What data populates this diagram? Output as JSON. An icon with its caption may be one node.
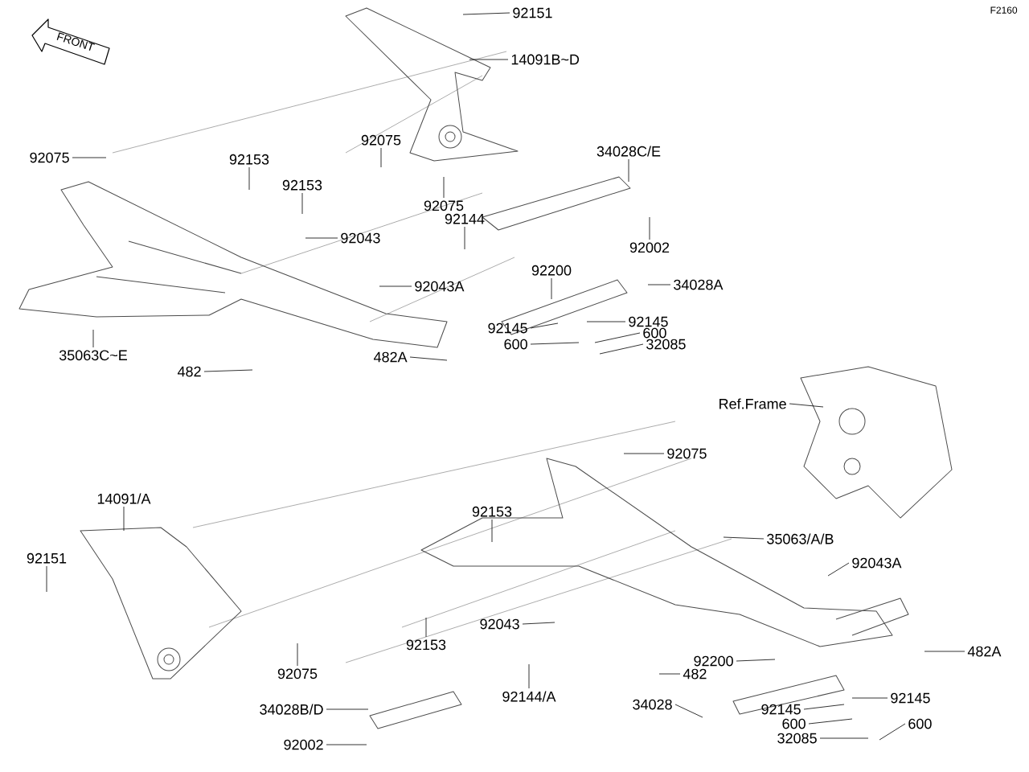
{
  "diagram": {
    "nodes": [
      {
        "text": [
          "92151"
        ]
      },
      {
        "text": [
          "14091B~D"
        ]
      },
      {
        "text": [
          "92075"
        ]
      },
      {
        "text": [
          "92153"
        ]
      },
      {
        "text": [
          "92075"
        ]
      },
      {
        "text": [
          "92153"
        ]
      },
      {
        "text": [
          "92075"
        ]
      },
      {
        "text": [
          "92144"
        ]
      },
      {
        "text": [
          "92043"
        ]
      },
      {
        "text": [
          "92043A"
        ]
      },
      {
        "text": [
          "35063C~E"
        ]
      },
      {
        "text": [
          "482"
        ]
      },
      {
        "text": [
          "482A"
        ]
      },
      {
        "text": [
          "34028C/E"
        ]
      },
      {
        "text": [
          "92002"
        ]
      },
      {
        "text": [
          "92200"
        ]
      },
      {
        "text": [
          "34028A"
        ]
      },
      {
        "text": [
          "92145"
        ]
      },
      {
        "text": [
          "600"
        ]
      },
      {
        "text": [
          "92145"
        ]
      },
      {
        "text": [
          "600"
        ]
      },
      {
        "text": [
          "32085"
        ]
      },
      {
        "text": [
          "Ref.Frame"
        ]
      },
      {
        "text": [
          "92075"
        ]
      },
      {
        "text": [
          "14091/A"
        ]
      },
      {
        "text": [
          "92151"
        ]
      },
      {
        "text": [
          "92153"
        ]
      },
      {
        "text": [
          "35063/A/B"
        ]
      },
      {
        "text": [
          "92043A"
        ]
      },
      {
        "text": [
          "92043"
        ]
      },
      {
        "text": [
          "92075"
        ]
      },
      {
        "text": [
          "92153"
        ]
      },
      {
        "text": [
          "92200"
        ]
      },
      {
        "text": [
          "482"
        ]
      },
      {
        "text": [
          "482A"
        ]
      },
      {
        "text": [
          "34028"
        ]
      },
      {
        "text": [
          "34028B/D"
        ]
      },
      {
        "text": [
          "92144/A"
        ]
      },
      {
        "text": [
          "92145"
        ]
      },
      {
        "text": [
          "92145"
        ]
      },
      {
        "text": [
          "600"
        ]
      },
      {
        "text": [
          "600"
        ]
      },
      {
        "text": [
          "32085"
        ]
      },
      {
        "text": [
          "92002"
        ]
      }
    ],
    "edges": [
      {
        "from": 0,
        "to": null,
        "arrow": "none"
      },
      {
        "from": 1,
        "to": null,
        "arrow": "none"
      },
      {
        "from": 2,
        "to": null,
        "arrow": "none"
      },
      {
        "from": 3,
        "to": null,
        "arrow": "none"
      },
      {
        "from": 4,
        "to": null,
        "arrow": "none"
      },
      {
        "from": 5,
        "to": null,
        "arrow": "none"
      },
      {
        "from": 6,
        "to": null,
        "arrow": "none"
      },
      {
        "from": 7,
        "to": null,
        "arrow": "none"
      },
      {
        "from": 8,
        "to": null,
        "arrow": "none"
      },
      {
        "from": 9,
        "to": null,
        "arrow": "none"
      },
      {
        "from": 10,
        "to": null,
        "arrow": "none"
      },
      {
        "from": 11,
        "to": null,
        "arrow": "none"
      },
      {
        "from": 12,
        "to": null,
        "arrow": "none"
      },
      {
        "from": 13,
        "to": null,
        "arrow": "none"
      },
      {
        "from": 14,
        "to": null,
        "arrow": "none"
      },
      {
        "from": 15,
        "to": null,
        "arrow": "none"
      },
      {
        "from": 16,
        "to": null,
        "arrow": "none"
      },
      {
        "from": 17,
        "to": null,
        "arrow": "none"
      },
      {
        "from": 18,
        "to": null,
        "arrow": "none"
      },
      {
        "from": 19,
        "to": null,
        "arrow": "none"
      },
      {
        "from": 20,
        "to": null,
        "arrow": "none"
      },
      {
        "from": 21,
        "to": null,
        "arrow": "none"
      },
      {
        "from": 22,
        "to": null,
        "arrow": "none"
      },
      {
        "from": 23,
        "to": null,
        "arrow": "none"
      },
      {
        "from": 24,
        "to": null,
        "arrow": "none"
      },
      {
        "from": 25,
        "to": null,
        "arrow": "none"
      },
      {
        "from": 26,
        "to": null,
        "arrow": "none"
      },
      {
        "from": 27,
        "to": null,
        "arrow": "none"
      },
      {
        "from": 28,
        "to": null,
        "arrow": "none"
      },
      {
        "from": 29,
        "to": null,
        "arrow": "none"
      },
      {
        "from": 30,
        "to": null,
        "arrow": "none"
      },
      {
        "from": 31,
        "to": null,
        "arrow": "none"
      },
      {
        "from": 32,
        "to": null,
        "arrow": "none"
      },
      {
        "from": 33,
        "to": null,
        "arrow": "none"
      },
      {
        "from": 34,
        "to": null,
        "arrow": "none"
      },
      {
        "from": 35,
        "to": null,
        "arrow": "none"
      },
      {
        "from": 36,
        "to": null,
        "arrow": "none"
      },
      {
        "from": 37,
        "to": null,
        "arrow": "none"
      },
      {
        "from": 38,
        "to": null,
        "arrow": "none"
      },
      {
        "from": 39,
        "to": null,
        "arrow": "none"
      },
      {
        "from": 40,
        "to": null,
        "arrow": "none"
      },
      {
        "from": 41,
        "to": null,
        "arrow": "none"
      },
      {
        "from": 42,
        "to": null,
        "arrow": "none"
      },
      {
        "from": 43,
        "to": null,
        "arrow": "none"
      }
    ],
    "labels": [
      "F2160",
      "FRONT"
    ]
  }
}
